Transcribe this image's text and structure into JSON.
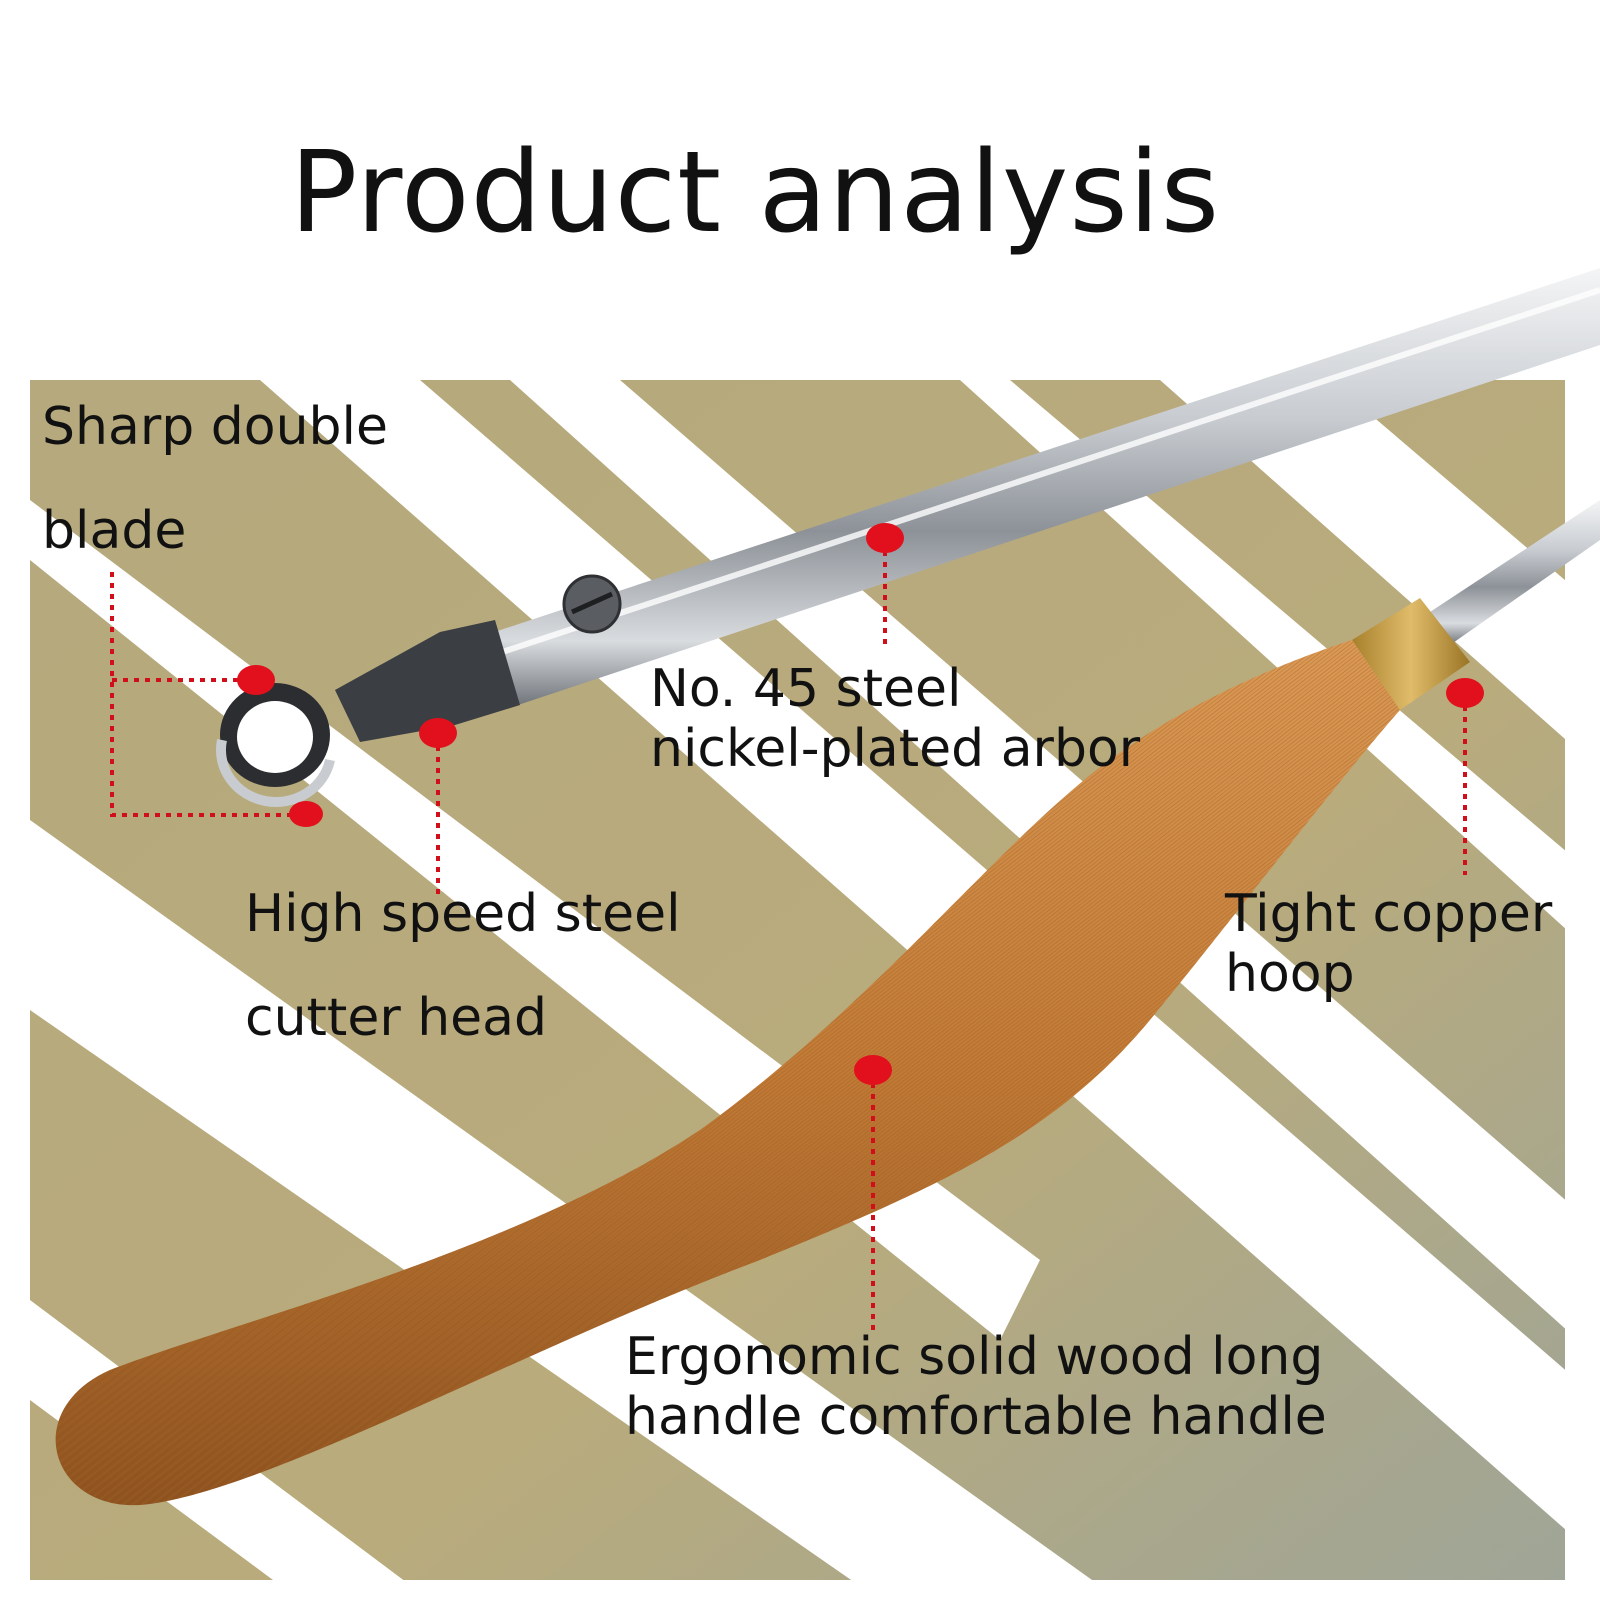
{
  "title": "Product analysis",
  "callouts": {
    "blade": {
      "line1": "Sharp double",
      "line2": "blade"
    },
    "arbor": {
      "line1": "No. 45 steel",
      "line2": "nickel-plated arbor"
    },
    "cutter": {
      "line1": "High speed steel",
      "line2": "cutter head"
    },
    "hoop": {
      "line1": "Tight copper",
      "line2": "hoop"
    },
    "handle": {
      "line1": "Ergonomic solid wood long",
      "line2": "handle comfortable handle"
    }
  },
  "colors": {
    "stripe": "#b7a878",
    "marker": "#e1101c",
    "wood": "#c27a35",
    "steel": "#b7bcc2",
    "copper": "#c9a24a"
  }
}
